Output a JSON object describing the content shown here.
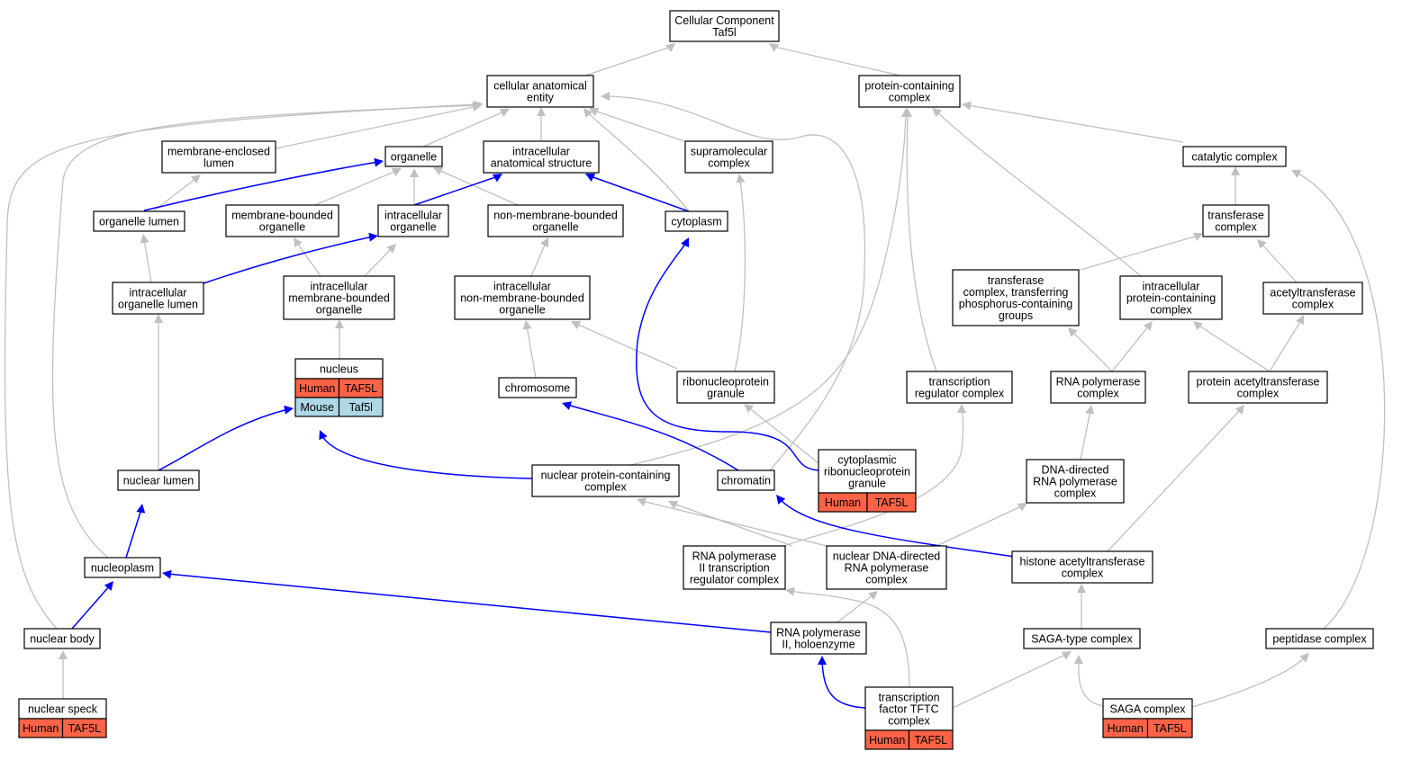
{
  "colors": {
    "human_annotation": "#ff6347",
    "mouse_annotation": "#add8e6",
    "inferred_edge": "#c0c0c0",
    "direct_edge": "#0000ff"
  },
  "nodes": {
    "root": [
      "Cellular Component",
      "Taf5l"
    ],
    "cae": [
      "cellular anatomical",
      "entity"
    ],
    "pcc": [
      "protein-containing",
      "complex"
    ],
    "mel": [
      "membrane-enclosed",
      "lumen"
    ],
    "organelle": [
      "organelle"
    ],
    "ias": [
      "intracellular",
      "anatomical structure"
    ],
    "smc": [
      "supramolecular",
      "complex"
    ],
    "catcx": [
      "catalytic complex"
    ],
    "orglumen": [
      "organelle lumen"
    ],
    "mbo": [
      "membrane-bounded",
      "organelle"
    ],
    "io": [
      "intracellular",
      "organelle"
    ],
    "nmbo": [
      "non-membrane-bounded",
      "organelle"
    ],
    "cytoplasm": [
      "cytoplasm"
    ],
    "transcx": [
      "transferase",
      "complex"
    ],
    "iol": [
      "intracellular",
      "organelle lumen"
    ],
    "imbo": [
      "intracellular",
      "membrane-bounded",
      "organelle"
    ],
    "inmbo": [
      "intracellular",
      "non-membrane-bounded",
      "organelle"
    ],
    "tctp": [
      "transferase",
      "complex, transferring",
      "phosphorus-containing",
      "groups"
    ],
    "ipcc": [
      "intracellular",
      "protein-containing",
      "complex"
    ],
    "acetcx": [
      "acetyltransferase",
      "complex"
    ],
    "nucleus": [
      "nucleus"
    ],
    "chromosome": [
      "chromosome"
    ],
    "rnpg": [
      "ribonucleoprotein",
      "granule"
    ],
    "trc": [
      "transcription",
      "regulator complex"
    ],
    "rnapc": [
      "RNA polymerase",
      "complex"
    ],
    "pacx": [
      "protein acetyltransferase",
      "complex"
    ],
    "crnpg": [
      "cytoplasmic",
      "ribonucleoprotein",
      "granule"
    ],
    "nuclumen": [
      "nuclear lumen"
    ],
    "npcc": [
      "nuclear protein-containing",
      "complex"
    ],
    "chromatin": [
      "chromatin"
    ],
    "ddrnap": [
      "DNA-directed",
      "RNA polymerase",
      "complex"
    ],
    "nucleoplasm": [
      "nucleoplasm"
    ],
    "rnap2trc": [
      "RNA polymerase",
      "II transcription",
      "regulator complex"
    ],
    "nddrnap": [
      "nuclear DNA-directed",
      "RNA polymerase",
      "complex"
    ],
    "hatcx": [
      "histone acetyltransferase",
      "complex"
    ],
    "nucbody": [
      "nuclear body"
    ],
    "rnap2holo": [
      "RNA polymerase",
      "II, holoenzyme"
    ],
    "sagatype": [
      "SAGA-type complex"
    ],
    "peptidase": [
      "peptidase complex"
    ],
    "nucspeck": [
      "nuclear speck"
    ],
    "tftc": [
      "transcription",
      "factor TFTC",
      "complex"
    ],
    "saga": [
      "SAGA complex"
    ]
  },
  "annotations": {
    "nucleus": [
      [
        "Human",
        "TAF5L"
      ],
      [
        "Mouse",
        "Taf5l"
      ]
    ],
    "crnpg": [
      [
        "Human",
        "TAF5L"
      ]
    ],
    "nucspeck": [
      [
        "Human",
        "TAF5L"
      ]
    ],
    "tftc": [
      [
        "Human",
        "TAF5L"
      ]
    ],
    "saga": [
      [
        "Human",
        "TAF5L"
      ]
    ]
  }
}
